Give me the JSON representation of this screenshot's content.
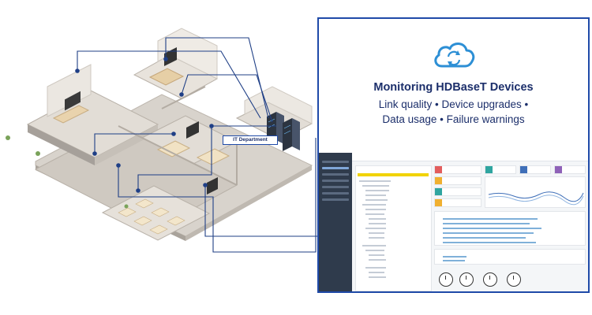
{
  "panel": {
    "title": "Monitoring HDBaseT Devices",
    "line1": "Link quality • Device upgrades •",
    "line2": "Data usage • Failure warnings"
  },
  "floorplan": {
    "department_label": "IT Department"
  },
  "icons": {
    "cloud": "cloud-sync-icon"
  },
  "colors": {
    "accent_blue": "#1f4aa8",
    "title_navy": "#1c2f6b",
    "cloud_blue": "#2d8fd5",
    "highlight_yellow": "#f1d300"
  }
}
